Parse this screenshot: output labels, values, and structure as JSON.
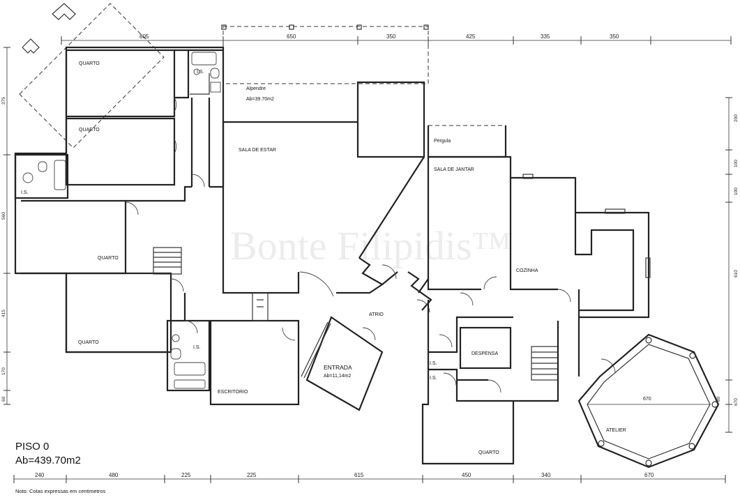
{
  "plan": {
    "title": "PISO 0",
    "area": "Ab=439.70m2",
    "note": "Noto: Cotas expressas em centimetros",
    "watermark": "Bonte Filipidis™"
  },
  "rooms": {
    "quarto_1": "QUARTO",
    "quarto_2": "QUARTO",
    "quarto_3": "QUARTO",
    "quarto_4": "QUARTO",
    "quarto_5": "QUARTO",
    "is_1": "I.S.",
    "is_2": "I.S.",
    "is_3": "I.S.",
    "is_4": "I.S.",
    "is_5": "I.S.",
    "alpendre": "Alpendre",
    "alpendre_area": "Ab=39.70m2",
    "sala_estar": "SALA DE ESTAR",
    "pergula": "Pergula",
    "sala_jantar": "SALA DE JANTAR",
    "cozinha": "COZINHA",
    "atrio": "ATRIO",
    "entrada": "ENTRADA",
    "entrada_area": "Ab=11,14m2",
    "escritorio": "ESCRITORIO",
    "despensa": "DESPENSA",
    "atelier": "ATELIER"
  },
  "dimensions": {
    "top": [
      "805",
      "650",
      "350",
      "425",
      "335",
      "350"
    ],
    "bottom": [
      "240",
      "480",
      "225",
      "225",
      "615",
      "450",
      "340",
      "670"
    ],
    "left": [
      "375",
      "560",
      "415",
      "170",
      "60"
    ],
    "right": [
      "200",
      "100",
      "100",
      "610",
      "80",
      "670"
    ],
    "atelier_width": "670"
  }
}
